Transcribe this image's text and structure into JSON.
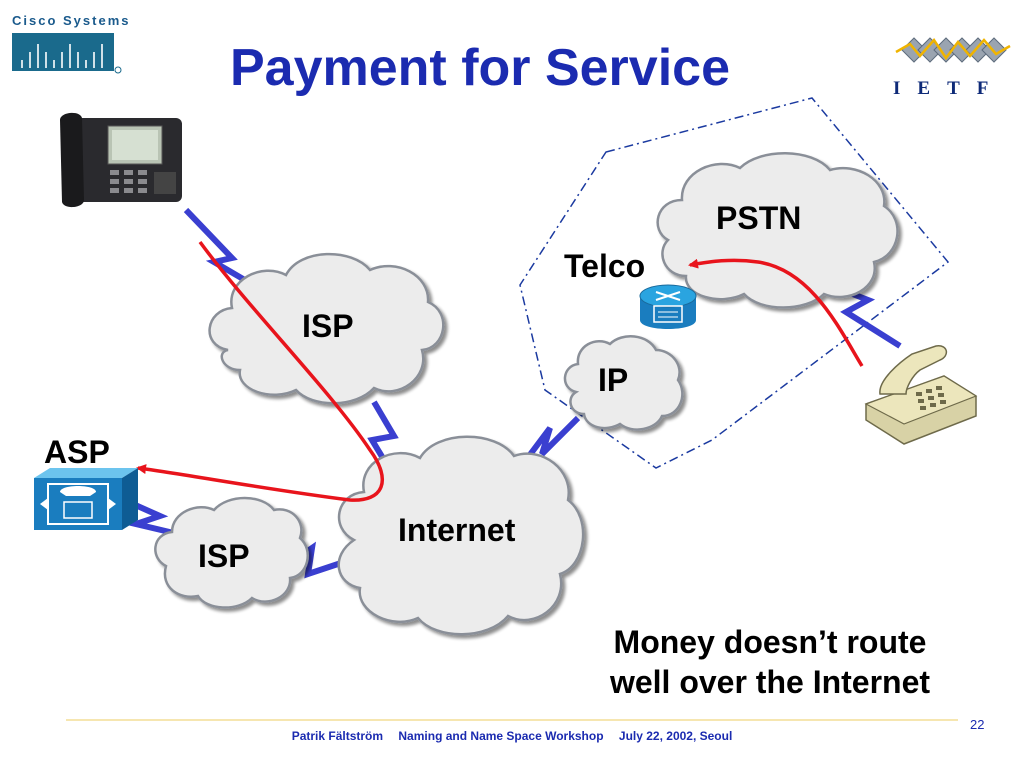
{
  "header": {
    "title": "Payment for Service",
    "cisco_logo_text": "Cisco Systems"
  },
  "ietf_logo": {
    "letters": "IETF"
  },
  "nodes": {
    "pstn": "PSTN",
    "telco": "Telco",
    "ip": "IP",
    "isp_top": "ISP",
    "isp_bottom": "ISP",
    "internet": "Internet",
    "asp": "ASP"
  },
  "caption": {
    "line1": "Money doesn’t route",
    "line2": "well over the Internet"
  },
  "footer": {
    "author": "Patrik Fältström",
    "event": "Naming and Name Space Workshop",
    "date": "July 22,  2002, Seoul",
    "page": "22"
  },
  "colors": {
    "title": "#1b2bb0",
    "link": "#3a3fd0",
    "money_arrow": "#e8141c",
    "cloud_fill": "#eeeeee",
    "cloud_stroke": "#8a8f98",
    "device_blue": "#2aa4e0"
  },
  "icons": [
    "cisco-logo-icon",
    "ietf-logo-icon",
    "ip-phone-icon",
    "analog-phone-icon",
    "router-icon",
    "asp-server-icon"
  ]
}
